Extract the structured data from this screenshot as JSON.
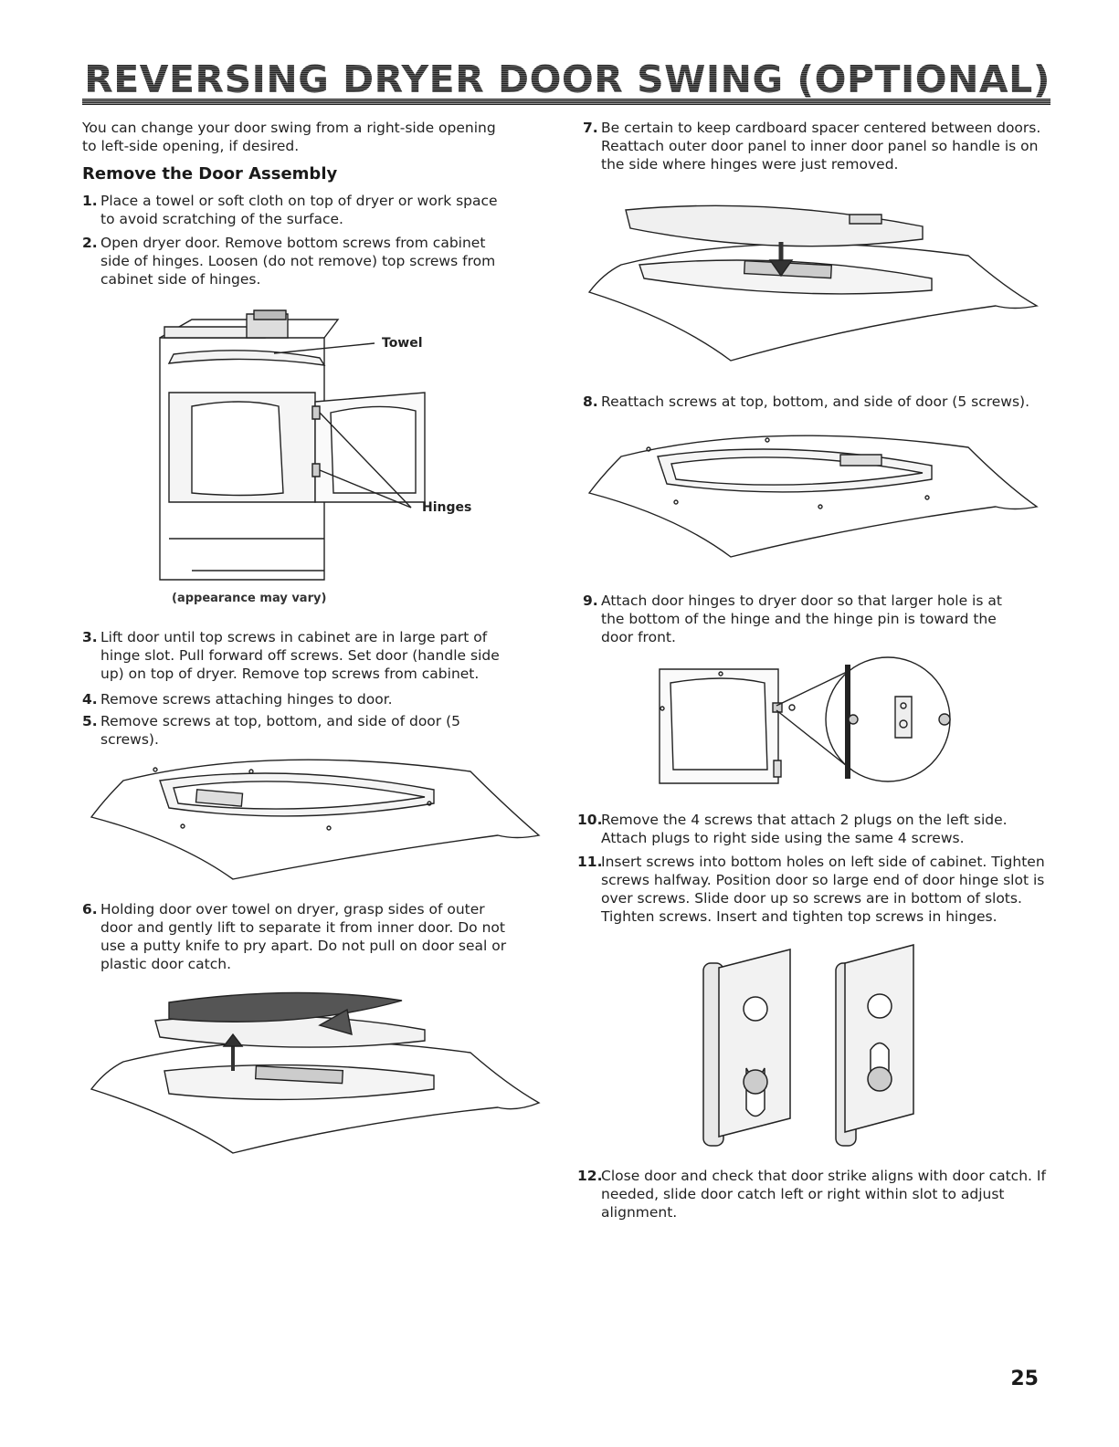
{
  "page": {
    "title": "REVERSING DRYER DOOR SWING (OPTIONAL)",
    "page_number": "25"
  },
  "intro": "You can change your door swing from a right-side opening to left-side opening, if desired.",
  "section_heading": "Remove the Door Assembly",
  "steps": [
    {
      "num": "1.",
      "text": "Place a towel or soft cloth on top of dryer or work space to avoid scratching of the surface."
    },
    {
      "num": "2.",
      "text": "Open dryer door. Remove bottom screws from cabinet side of hinges. Loosen (do not remove) top screws from cabinet side of hinges."
    },
    {
      "num": "3.",
      "text": "Lift door until top screws in cabinet are in large part of hinge slot. Pull forward off screws. Set door (handle side up) on top of dryer. Remove top screws from cabinet."
    },
    {
      "num": "4.",
      "text": "Remove screws attaching hinges to door."
    },
    {
      "num": "5.",
      "text": "Remove screws at top, bottom, and side of door (5 screws)."
    },
    {
      "num": "6.",
      "text": "Holding door over towel on dryer, grasp sides of outer door and gently lift to separate it from inner door. Do not use a putty knife to pry apart. Do not pull on door seal or plastic door catch."
    },
    {
      "num": "7.",
      "text": "Be certain to keep cardboard spacer centered between doors. Reattach outer door panel to inner door panel so handle is on the side where hinges were just removed."
    },
    {
      "num": "8.",
      "text": "Reattach screws at top, bottom, and side of door (5 screws)."
    },
    {
      "num": "9.",
      "text": "Attach door hinges to dryer door so that larger hole is at the bottom of the hinge and the hinge pin is toward the door front."
    },
    {
      "num": "10.",
      "text": "Remove the 4 screws that attach 2 plugs on the left side. Attach plugs to right side using the same 4 screws."
    },
    {
      "num": "11.",
      "text": "Insert screws into bottom holes on left side of cabinet. Tighten screws halfway. Position door so large end of door hinge slot is over screws. Slide door up so screws are in bottom of slots. Tighten screws. Insert and tighten top screws in hinges."
    },
    {
      "num": "12.",
      "text": "Close door and check that door strike aligns with door catch. If needed, slide door catch left or right within slot to adjust alignment."
    }
  ],
  "figure_dryer": {
    "label_towel": "Towel",
    "label_hinges": "Hinges",
    "caption": "(appearance may vary)"
  }
}
